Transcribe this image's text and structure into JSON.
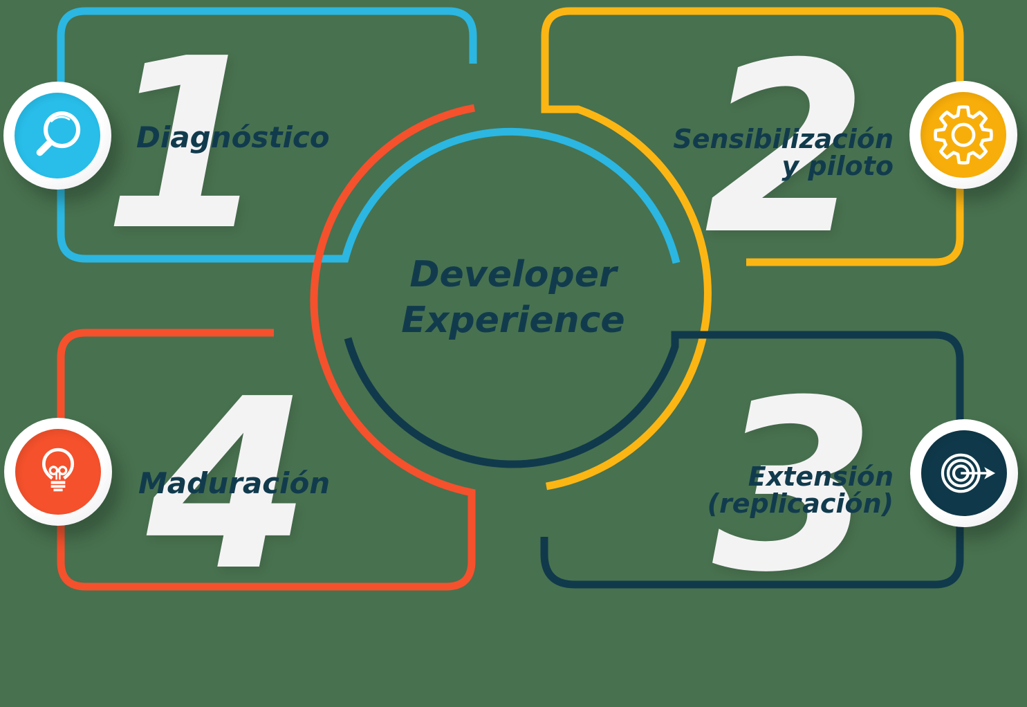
{
  "center_label": {
    "lines": [
      "Developer",
      "Experience"
    ]
  },
  "steps": [
    {
      "number": "1",
      "label": "Diagnóstico",
      "icon": "magnifying-glass-icon",
      "line_color": "#2BB7E1",
      "badge_color": "#28BEE9"
    },
    {
      "number": "2",
      "label": "Sensibilización y piloto",
      "label_lines": [
        "Sensibilización",
        "y piloto"
      ],
      "icon": "gear-icon",
      "line_color": "#FCB614",
      "badge_color": "#F8AE0A"
    },
    {
      "number": "3",
      "label": "Extensión (replicación)",
      "label_lines": [
        "Extensión",
        "(replicación)"
      ],
      "icon": "target-arrow-icon",
      "line_color": "#10394C",
      "badge_color": "#0F394A"
    },
    {
      "number": "4",
      "label": "Maduración",
      "icon": "lightbulb-icon",
      "line_color": "#F5512D",
      "badge_color": "#F4512C"
    }
  ],
  "palette": {
    "background": "#48714F",
    "text_navy": "#113B4D",
    "numeral_white": "#F4F3F4",
    "icon_stroke": "#FFFFFF"
  }
}
